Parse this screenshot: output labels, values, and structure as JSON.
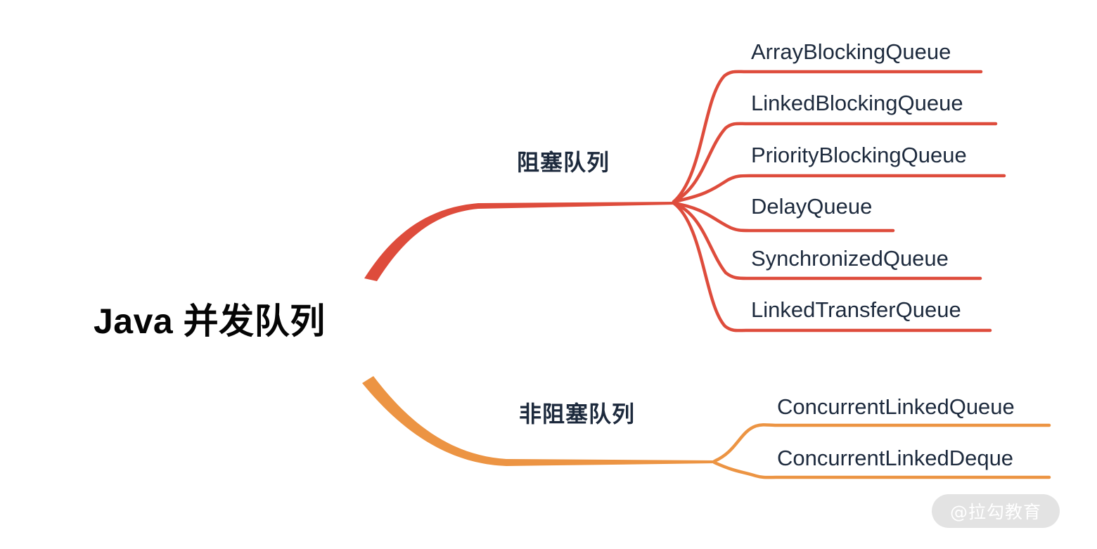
{
  "diagram": {
    "type": "mindmap",
    "background_color": "#ffffff",
    "root": {
      "label": "Java 并发队列",
      "color": "#050505"
    },
    "branches": [
      {
        "id": "blocking",
        "label": "阻塞队列",
        "color": "#de4c3c",
        "children": [
          {
            "label": "ArrayBlockingQueue"
          },
          {
            "label": "LinkedBlockingQueue"
          },
          {
            "label": "PriorityBlockingQueue"
          },
          {
            "label": "DelayQueue"
          },
          {
            "label": "SynchronizedQueue"
          },
          {
            "label": "LinkedTransferQueue"
          }
        ]
      },
      {
        "id": "nonblocking",
        "label": "非阻塞队列",
        "color": "#ec9443",
        "children": [
          {
            "label": "ConcurrentLinkedQueue"
          },
          {
            "label": "ConcurrentLinkedDeque"
          }
        ]
      }
    ],
    "text_color": "#1d2a3d"
  },
  "watermark": {
    "label": "@拉勾教育",
    "pill_color": "#e3e3e3",
    "text_color": "#ffffff"
  }
}
